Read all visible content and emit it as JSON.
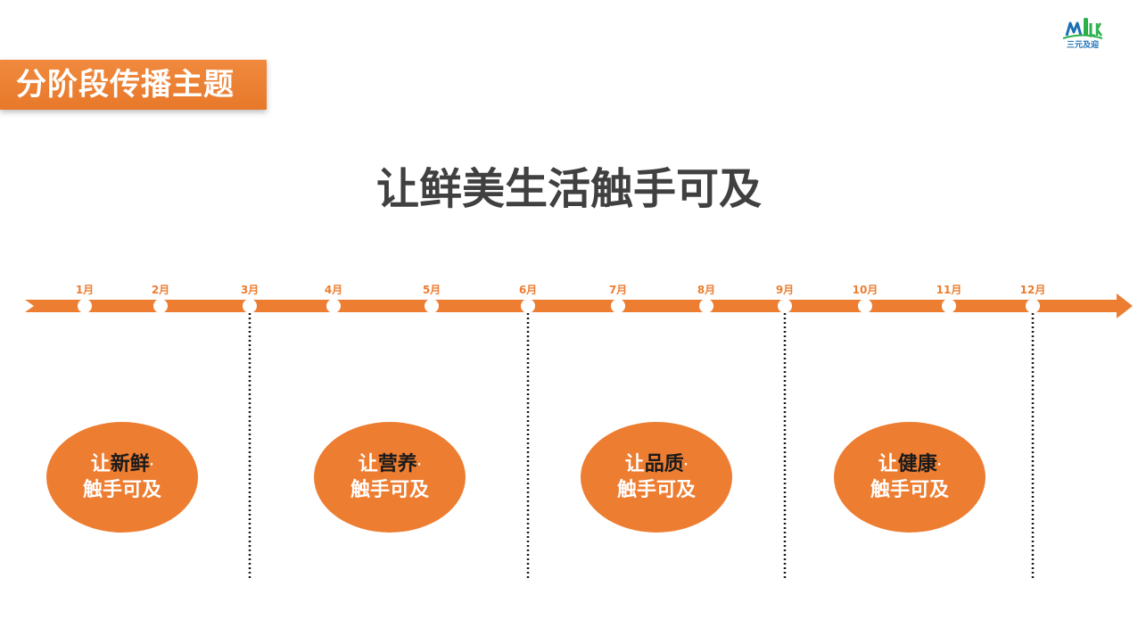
{
  "header": {
    "section_title": "分阶段传播主题"
  },
  "main": {
    "title": "让鲜美生活触手可及"
  },
  "logo": {
    "mark": "MILK",
    "text": "三元及迎"
  },
  "timeline": {
    "months": [
      "1月",
      "2月",
      "3月",
      "4月",
      "5月",
      "6月",
      "7月",
      "8月",
      "9月",
      "10月",
      "11月",
      "12月"
    ],
    "divider_after_months": [
      "3月",
      "6月",
      "9月",
      "12月"
    ]
  },
  "phases": [
    {
      "prefix": "让",
      "keyword": "新鲜",
      "dot": "·",
      "line2": "触手可及"
    },
    {
      "prefix": "让",
      "keyword": "营养",
      "dot": "·",
      "line2": "触手可及"
    },
    {
      "prefix": "让",
      "keyword": "品质",
      "dot": "·",
      "line2": "触手可及"
    },
    {
      "prefix": "让",
      "keyword": "健康",
      "dot": "·",
      "line2": "触手可及"
    }
  ],
  "colors": {
    "accent": "#ed7d31",
    "title": "#404040",
    "keyword": "#1a1a1a"
  }
}
